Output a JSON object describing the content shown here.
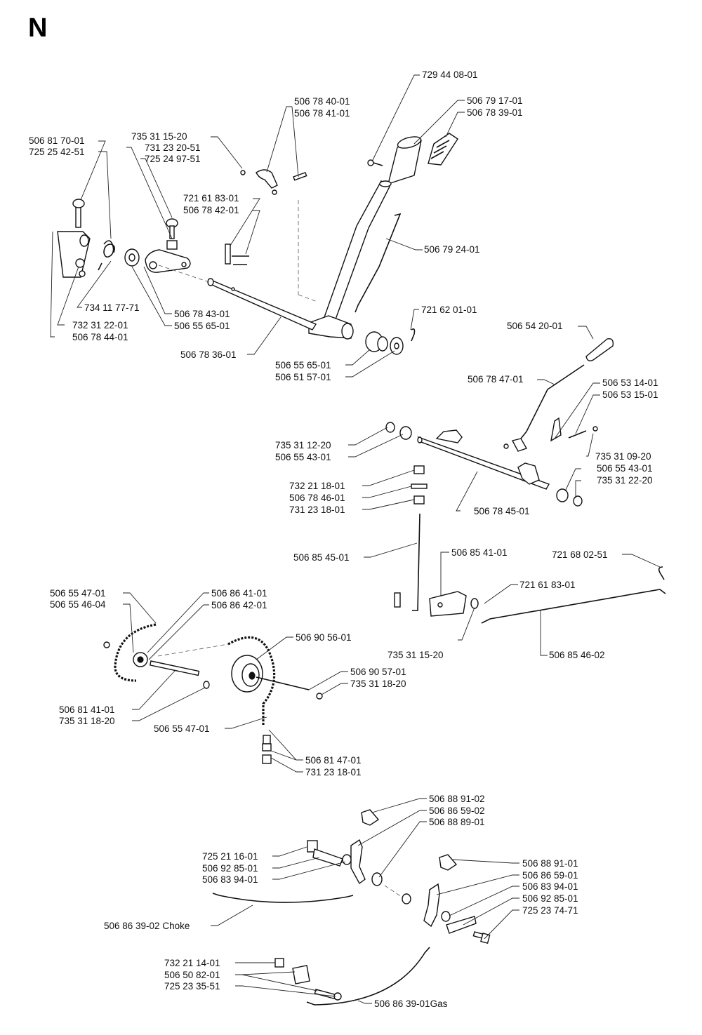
{
  "sheet_letter": "N",
  "labels": {
    "l729440801": "729 44 08-01",
    "l506784001": "506 78 40-01",
    "l506784101": "506 78 41-01",
    "l506791701": "506 79 17-01",
    "l506783901": "506 78 39-01",
    "l506817001": "506 81 70-01",
    "l725254251": "725 25 42-51",
    "l735311520a": "735 31 15-20",
    "l731232051": "731 23 20-51",
    "l725249751": "725 24 97-51",
    "l721618301a": "721 61 83-01",
    "l506784201": "506 78 42-01",
    "l506792401": "506 79 24-01",
    "l734117771": "734 11 77-71",
    "l506784301": "506 78 43-01",
    "l732312201": "732 31 22-01",
    "l506556501a": "506 55 65-01",
    "l506784401": "506 78 44-01",
    "l506783601": "506 78 36-01",
    "l721620101": "721 62 01-01",
    "l506556501b": "506 55 65-01",
    "l506515701": "506 51 57-01",
    "l506542001": "506 54 20-01",
    "l506784701": "506 78 47-01",
    "l506531401": "506 53 14-01",
    "l506531501": "506 53 15-01",
    "l735311220": "735 31 12-20",
    "l506554301a": "506 55 43-01",
    "l735310920": "735 31 09-20",
    "l732211801": "732 21 18-01",
    "l506784601": "506 78 46-01",
    "l731231801a": "731 23 18-01",
    "l506554301b": "506 55 43-01",
    "l735312220": "735 31 22-20",
    "l506784501": "506 78 45-01",
    "l506854101": "506 85 41-01",
    "l721680251": "721 68 02-51",
    "l506854501": "506 85 45-01",
    "l721618301b": "721 61 83-01",
    "l735311520b": "735 31 15-20",
    "l506854602": "506 85 46-02",
    "l506554701a": "506 55 47-01",
    "l506554604": "506 55 46-04",
    "l506864101": "506 86 41-01",
    "l506864201": "506 86 42-01",
    "l506905601": "506 90 56-01",
    "l506905701": "506 90 57-01",
    "l735311820a": "735 31 18-20",
    "l506814101": "506 81 41-01",
    "l735311820b": "735 31 18-20",
    "l506554701b": "506 55 47-01",
    "l506814701": "506 81 47-01",
    "l731231801b": "731 23 18-01",
    "l506889102a": "506 88 91-02",
    "l506865902a": "506 86 59-02",
    "l506888901": "506 88 89-01",
    "l725211601": "725 21 16-01",
    "l506928501a": "506 92 85-01",
    "l506839401a": "506 83 94-01",
    "l506889101": "506 88 91-01",
    "l506865901": "506 86 59-01",
    "l506839401b": "506 83 94-01",
    "l506928501b": "506 92 85-01",
    "l725237471": "725 23 74-71",
    "l506863902": "506 86 39-02 Choke",
    "l732211401": "732 21 14-01",
    "l506508201": "506 50 82-01",
    "l725233551": "725 23 35-51",
    "l506863901": "506 86 39-01Gas"
  }
}
